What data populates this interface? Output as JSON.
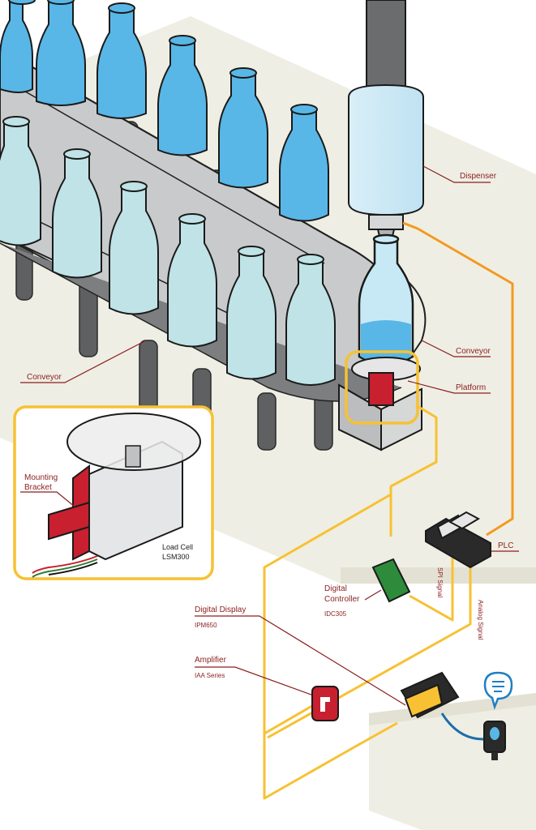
{
  "labels": {
    "dispenser": "Dispenser",
    "conveyor_right": "Conveyor",
    "platform": "Platform",
    "conveyor_left": "Conveyor",
    "mounting_bracket_1": "Mounting",
    "mounting_bracket_2": "Bracket",
    "load_cell": "Load Cell",
    "load_cell_model": "LSM300",
    "plc": "PLC",
    "digital_controller_1": "Digital",
    "digital_controller_2": "Controller",
    "digital_controller_model": "IDC305",
    "digital_display": "Digital Display",
    "digital_display_model": "IPM650",
    "amplifier": "Amplifier",
    "amplifier_model": "IAA Series",
    "spi_signal": "SPI Signal",
    "analog_signal": "Analog Signal"
  },
  "colors": {
    "signal_yellow": "#f7c133",
    "signal_orange": "#f29a1f",
    "leader_red": "#8a1f1f",
    "bottle_blue": "#58b7e6",
    "bottle_light": "#bfe3e6",
    "floor": "#efeee4",
    "component_red": "#c8202f"
  },
  "icons": {
    "chat": "chat-bubble-icon",
    "sensor": "proximity-sensor-icon",
    "brand": "brand-logo-icon"
  }
}
